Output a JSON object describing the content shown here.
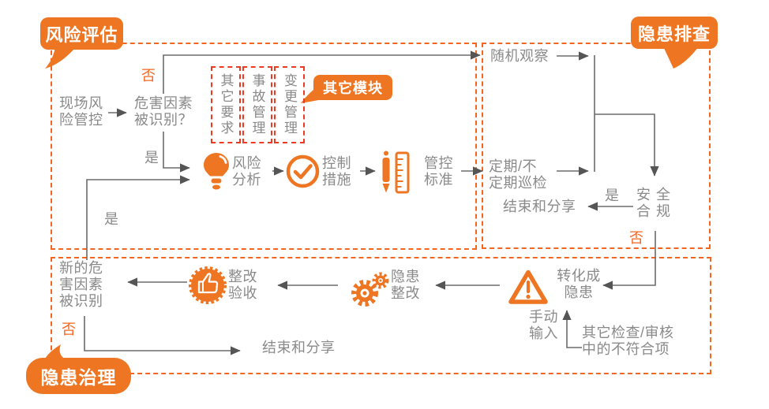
{
  "colors": {
    "accent_orange": "#ee7623",
    "region_dash_orange": "#f4651f",
    "module_dash_red": "#ee3a23",
    "label_gray": "#8a8a8a",
    "connector_gray": "#6b6b6b",
    "branch_label_orange": "#f4651f",
    "bubble_text": "#ffffff"
  },
  "bubbles": {
    "risk_assessment": "风险评估",
    "hazard_inspection": "隐患排查",
    "hazard_governance": "隐患治理",
    "other_modules": "其它模块"
  },
  "module_boxes": [
    "其它要求",
    "事故管理",
    "变更管理"
  ],
  "nodes": {
    "site_risk_control": "现场风\n险管控",
    "hazard_identified": "危害因素\n被识别？",
    "risk_analysis": "风险\n分析",
    "control_measures": "控制\n措施",
    "control_standards": "管控\n标准",
    "random_observation": "随机观察",
    "periodic_inspection": "定期/不\n定期巡检",
    "safety_compliance": "安全\n合规",
    "end_and_share_right": "结束和分享",
    "convert_to_hazard": "转化成\n隐患",
    "manual_input": "手动\n输入",
    "other_check_items": "其它检查/审核\n中的不符合项",
    "hazard_rectification": "隐患\n整改",
    "rectification_acceptance": "整改\n验收",
    "new_hazard_identified": "新的危\n害因素\n被识别",
    "end_and_share_bottom": "结束和分享"
  },
  "branches": {
    "no_top": "否",
    "yes_top": "是",
    "yes_left": "是",
    "no_bottom_left": "否",
    "yes_right": "是",
    "no_right": "否"
  },
  "icons": {
    "risk_analysis": "lightbulb-icon",
    "control_measures": "check-circle-icon",
    "control_standards": "pencil-ruler-icon",
    "convert_to_hazard": "warning-triangle-icon",
    "hazard_rectification": "gears-icon",
    "rectification_acceptance": "thumbs-up-badge-icon"
  }
}
